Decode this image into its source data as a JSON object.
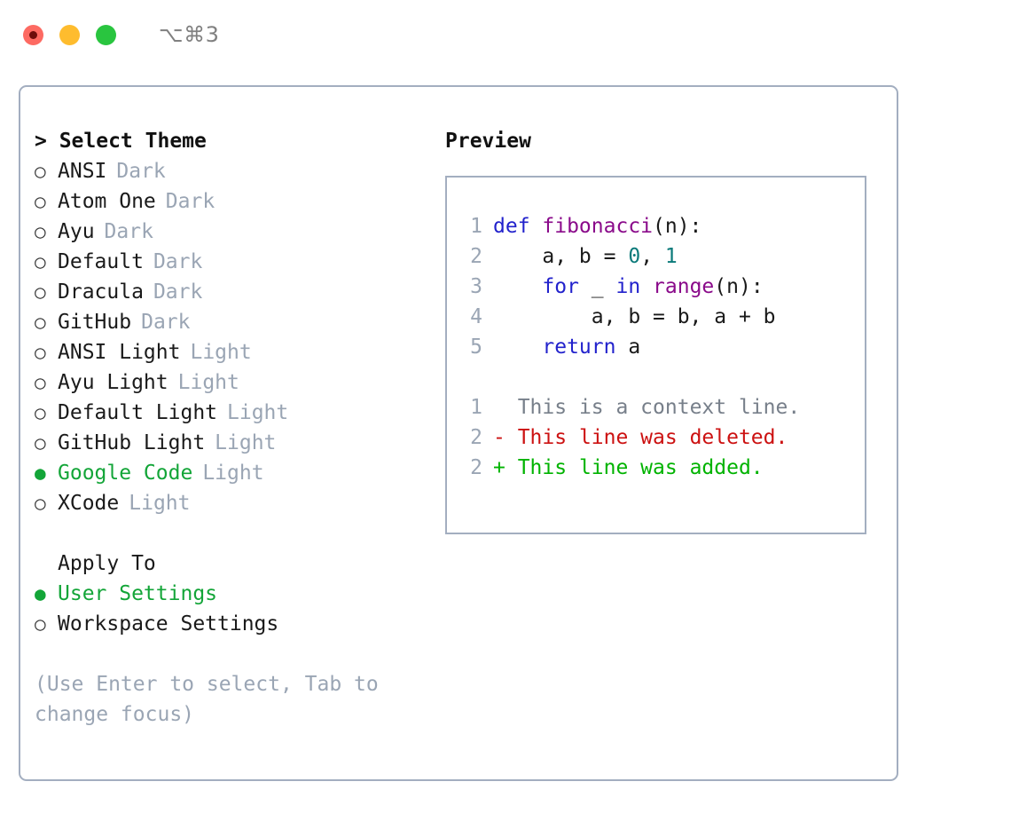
{
  "titlebar": {
    "shortcut_label": "⌥⌘3",
    "lights": [
      {
        "name": "close",
        "color": "#fd6a62"
      },
      {
        "name": "minimize",
        "color": "#febc2e"
      },
      {
        "name": "maximize",
        "color": "#29c53f"
      }
    ]
  },
  "left": {
    "heading": "> Select Theme",
    "themes": [
      {
        "label": "ANSI",
        "variant": "Dark",
        "selected": false,
        "bullet": "○"
      },
      {
        "label": "Atom One",
        "variant": "Dark",
        "selected": false,
        "bullet": "○"
      },
      {
        "label": "Ayu",
        "variant": "Dark",
        "selected": false,
        "bullet": "○"
      },
      {
        "label": "Default",
        "variant": "Dark",
        "selected": false,
        "bullet": "○"
      },
      {
        "label": "Dracula",
        "variant": "Dark",
        "selected": false,
        "bullet": "○"
      },
      {
        "label": "GitHub",
        "variant": "Dark",
        "selected": false,
        "bullet": "○"
      },
      {
        "label": "ANSI Light",
        "variant": "Light",
        "selected": false,
        "bullet": "○"
      },
      {
        "label": "Ayu Light",
        "variant": "Light",
        "selected": false,
        "bullet": "○"
      },
      {
        "label": "Default Light",
        "variant": "Light",
        "selected": false,
        "bullet": "○"
      },
      {
        "label": "GitHub Light",
        "variant": "Light",
        "selected": false,
        "bullet": "○"
      },
      {
        "label": "Google Code",
        "variant": "Light",
        "selected": true,
        "bullet": "●"
      },
      {
        "label": "XCode",
        "variant": "Light",
        "selected": false,
        "bullet": "○"
      }
    ],
    "apply_heading": "Apply To",
    "apply_options": [
      {
        "label": "User Settings",
        "selected": true,
        "bullet": "●"
      },
      {
        "label": "Workspace Settings",
        "selected": false,
        "bullet": "○"
      }
    ],
    "hint": "(Use Enter to select, Tab to change focus)"
  },
  "right": {
    "heading": "Preview",
    "code_lines": [
      {
        "num": "1",
        "tokens": [
          {
            "text": "def ",
            "type": "kw"
          },
          {
            "text": "fibonacci",
            "type": "fn"
          },
          {
            "text": "(n):",
            "type": "plain"
          }
        ]
      },
      {
        "num": "2",
        "tokens": [
          {
            "text": "    a, b = ",
            "type": "plain"
          },
          {
            "text": "0",
            "type": "num"
          },
          {
            "text": ", ",
            "type": "plain"
          },
          {
            "text": "1",
            "type": "num"
          }
        ]
      },
      {
        "num": "3",
        "tokens": [
          {
            "text": "    ",
            "type": "plain"
          },
          {
            "text": "for",
            "type": "kw"
          },
          {
            "text": " _ ",
            "type": "plain"
          },
          {
            "text": "in",
            "type": "kw"
          },
          {
            "text": " ",
            "type": "plain"
          },
          {
            "text": "range",
            "type": "fn"
          },
          {
            "text": "(n):",
            "type": "plain"
          }
        ]
      },
      {
        "num": "4",
        "tokens": [
          {
            "text": "        a, b = b, a + b",
            "type": "plain"
          }
        ]
      },
      {
        "num": "5",
        "tokens": [
          {
            "text": "    ",
            "type": "plain"
          },
          {
            "text": "return",
            "type": "kw"
          },
          {
            "text": " a",
            "type": "plain"
          }
        ]
      }
    ],
    "diff_lines": [
      {
        "num": "1",
        "marker": " ",
        "text": " This is a context line.",
        "type": "ctx"
      },
      {
        "num": "2",
        "marker": "-",
        "text": " This line was deleted.",
        "type": "del"
      },
      {
        "num": "2",
        "marker": "+",
        "text": " This line was added.",
        "type": "add"
      }
    ]
  },
  "colors": {
    "accent_green": "#13a538",
    "muted": "#9aa5b4",
    "border": "#a3aec0",
    "keyword": "#2222cc",
    "function": "#8a0a8a",
    "number": "#0b7a7a",
    "diff_context": "#777f8a",
    "diff_deleted": "#cc1111",
    "diff_added": "#00b300"
  }
}
